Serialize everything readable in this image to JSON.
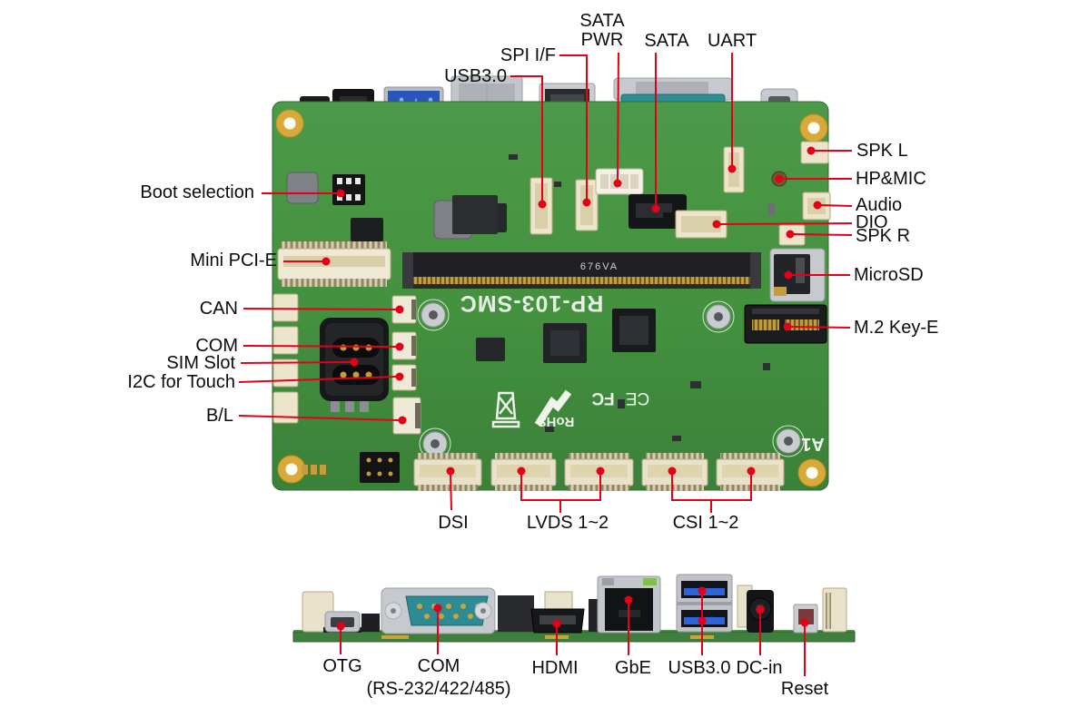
{
  "title": "RP-103-SMC single board computer connector diagram",
  "colors": {
    "callout_line": "#e50019",
    "pcb_green": "#44923f",
    "connector_cream": "#ece4cb",
    "db9_teal": "#2e8e96",
    "usb_blue": "#2e59c4",
    "background": "#ffffff"
  },
  "silkscreen": {
    "model": "RP-103-SMC",
    "sodimm_marking": "676VA",
    "corner_marking": "A1",
    "rohs": "RoHS",
    "fcc": "FC",
    "ce": "CE"
  },
  "top_view": {
    "labels": {
      "boot_selection": "Boot selection",
      "mini_pcie": "Mini PCI-E",
      "can": "CAN",
      "com": "COM",
      "sim_slot": "SIM Slot",
      "i2c_for_touch": "I2C for Touch",
      "bl": "B/L",
      "usb30": "USB3.0",
      "spi_if": "SPI I/F",
      "sata_pwr_line1": "SATA",
      "sata_pwr_line2": "PWR",
      "sata": "SATA",
      "uart": "UART",
      "spk_l": "SPK L",
      "hp_mic": "HP&MIC",
      "audio": "Audio",
      "dio": "DIO",
      "spk_r": "SPK R",
      "microsd": "MicroSD",
      "m2_key_e": "M.2 Key-E",
      "dsi": "DSI",
      "lvds_1_2": "LVDS 1~2",
      "csi_1_2": "CSI 1~2"
    }
  },
  "bottom_view": {
    "labels": {
      "otg": "OTG",
      "com": "COM",
      "com_sub": "(RS-232/422/485)",
      "hdmi": "HDMI",
      "gbe": "GbE",
      "usb30": "USB3.0",
      "dc_in": "DC-in",
      "reset": "Reset"
    }
  }
}
